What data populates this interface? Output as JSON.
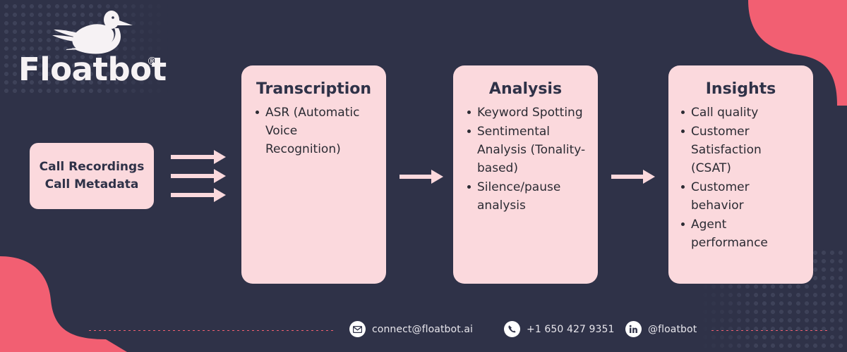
{
  "brand": {
    "name": "Floatbot",
    "registered_mark": "®",
    "logo_icon": "bird-logo-icon"
  },
  "colors": {
    "background": "#2f3248",
    "card": "#fbd9dd",
    "accent_coral": "#f25f72",
    "text_dark": "#2f3248",
    "text_light": "#e8e6ec",
    "dot_pattern": "#3e4259"
  },
  "source": {
    "line1": "Call Recordings",
    "line2": "Call Metadata"
  },
  "flow": {
    "stages": [
      {
        "id": "transcription",
        "title": "Transcription",
        "items": [
          "ASR (Automatic Voice Recognition)"
        ]
      },
      {
        "id": "analysis",
        "title": "Analysis",
        "items": [
          "Keyword Spotting",
          "Sentimental Analysis (Tonality-based)",
          "Silence/pause analysis"
        ]
      },
      {
        "id": "insights",
        "title": "Insights",
        "items": [
          "Call quality",
          "Customer Satisfaction (CSAT)",
          "Customer behavior",
          "Agent performance"
        ]
      }
    ]
  },
  "footer": {
    "email": "connect@floatbot.ai",
    "phone": "+1 650 427 9351",
    "linkedin": "@floatbot",
    "icons": {
      "email": "envelope-icon",
      "phone": "phone-icon",
      "linkedin": "linkedin-icon"
    }
  }
}
